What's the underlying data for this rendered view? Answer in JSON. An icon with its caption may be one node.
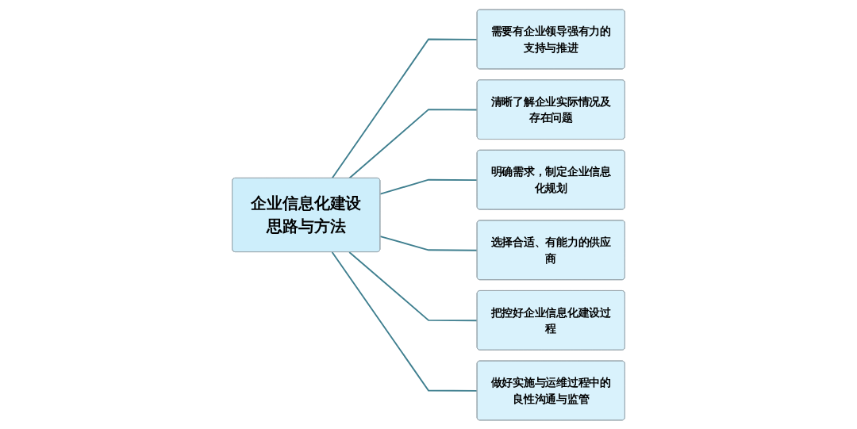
{
  "diagram": {
    "nodes": [
      {
        "text": [
          "企业信息化建设思路与方法"
        ]
      },
      {
        "text": [
          "需要有企业领导强有力的支持与推进"
        ]
      },
      {
        "text": [
          "清晰了解企业实际情况及存在问题"
        ]
      },
      {
        "text": [
          "明确需求，制定企业信息化规划"
        ]
      },
      {
        "text": [
          "选择合适、有能力的供应商"
        ]
      },
      {
        "text": [
          "把控好企业信息化建设过程"
        ]
      },
      {
        "text": [
          "做好实施与运维过程中的良性沟通与监管"
        ]
      }
    ],
    "edges": [
      {
        "from": 0,
        "to": 1,
        "arrow": "none"
      },
      {
        "from": 0,
        "to": 2,
        "arrow": "none"
      },
      {
        "from": 0,
        "to": 3,
        "arrow": "none"
      },
      {
        "from": 0,
        "to": 4,
        "arrow": "none"
      },
      {
        "from": 0,
        "to": 5,
        "arrow": "none"
      },
      {
        "from": 0,
        "to": 6,
        "arrow": "none"
      }
    ]
  }
}
